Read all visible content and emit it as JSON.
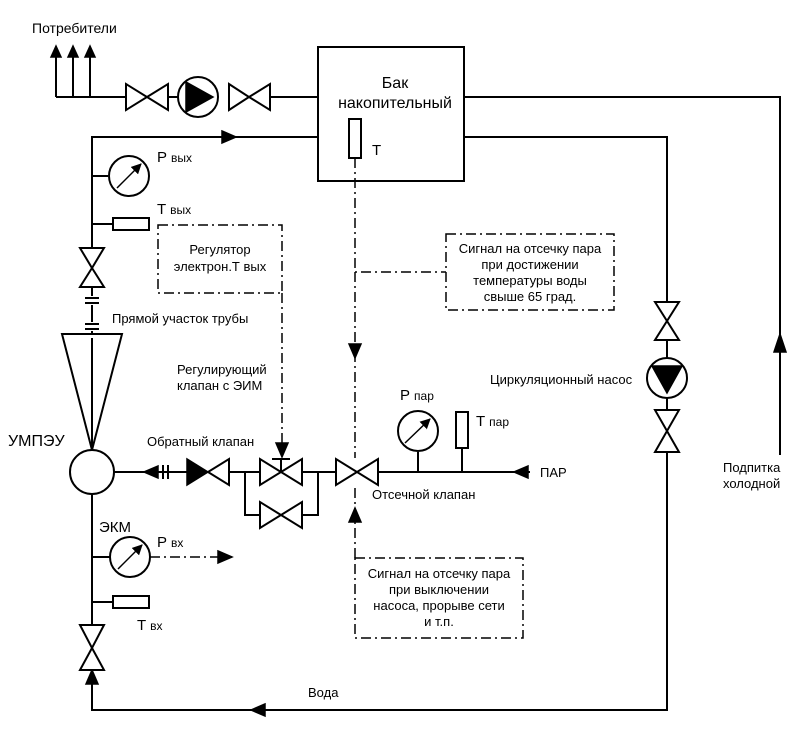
{
  "labels": {
    "consumers": "Потребители",
    "tank_line1": "Бак",
    "tank_line2": "накопительный",
    "tank_t": "Т",
    "p_out_main": "Р",
    "p_out_sub": "вых",
    "t_out_main": "Т",
    "t_out_sub": "вых",
    "regulator_line1": "Регулятор",
    "regulator_line2": "электрон.Т вых",
    "straight_pipe": "Прямой участок трубы",
    "umpeu": "УМПЭУ",
    "reg_valve_line1": "Регулирующий",
    "reg_valve_line2": "клапан с ЭИМ",
    "check_valve": "Обратный клапан",
    "p_steam_main": "Р",
    "p_steam_sub": "пар",
    "t_steam_main": "Т",
    "t_steam_sub": "пар",
    "steam": "ПАР",
    "cutoff_valve": "Отсечной клапан",
    "ekm": "ЭКМ",
    "p_in_main": "Р",
    "p_in_sub": "вх",
    "t_in_main": "Т",
    "t_in_sub": "вх",
    "water": "Вода",
    "circ_pump": "Циркуляционный насос",
    "makeup_line1": "Подпитка",
    "makeup_line2": "холодной",
    "signal1_line1": "Сигнал на отсечку пара",
    "signal1_line2": "при достижении",
    "signal1_line3": "температуры воды",
    "signal1_line4": "свыше 65 град.",
    "signal2_line1": "Сигнал на отсечку пара",
    "signal2_line2": "при выключении",
    "signal2_line3": "насоса, прорыве сети",
    "signal2_line4": "и т.п."
  }
}
